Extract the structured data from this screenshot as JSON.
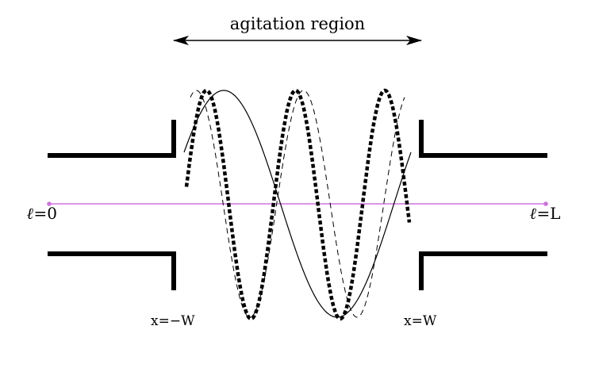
{
  "region_label": "agitation region",
  "left_end": {
    "symbol": "ℓ",
    "text": "=0"
  },
  "right_end": {
    "symbol": "ℓ",
    "text": "=L"
  },
  "left_bound": "x=−W",
  "right_bound": "x=W",
  "colors": {
    "axis": "#d070e0",
    "walls": "#000000",
    "curves": "#000000"
  }
}
